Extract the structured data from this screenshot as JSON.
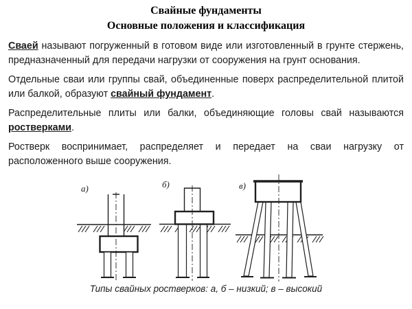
{
  "header": {
    "title": "Свайные фундаменты",
    "subtitle": "Основные положения и классификация"
  },
  "paragraphs": [
    {
      "pre": "",
      "term": "Сваей",
      "post": " называют погруженный в готовом виде или изготовленный в грунте стержень, предназначенный для передачи нагрузки от сооружения на грунт основания."
    },
    {
      "pre": "Отдельные сваи или группы свай, объединенные поверх распределительной плитой или балкой, образуют ",
      "term": "свайный фундамент",
      "post": "."
    },
    {
      "pre": "Распределительные плиты или балки, объединяющие головы свай называются ",
      "term": "ростверками",
      "post": "."
    },
    {
      "pre": "Ростверк воспринимает, распределяет и передает на сваи нагрузку от расположенного выше сооружения.",
      "term": "",
      "post": ""
    }
  ],
  "figure": {
    "labels": [
      "а)",
      "б)",
      "в)"
    ],
    "caption": "Типы свайных ростверков: а, б – низкий; в – высокий"
  },
  "colors": {
    "text": "#1b1b1b",
    "line": "#1e1e1e",
    "background": "#ffffff"
  }
}
